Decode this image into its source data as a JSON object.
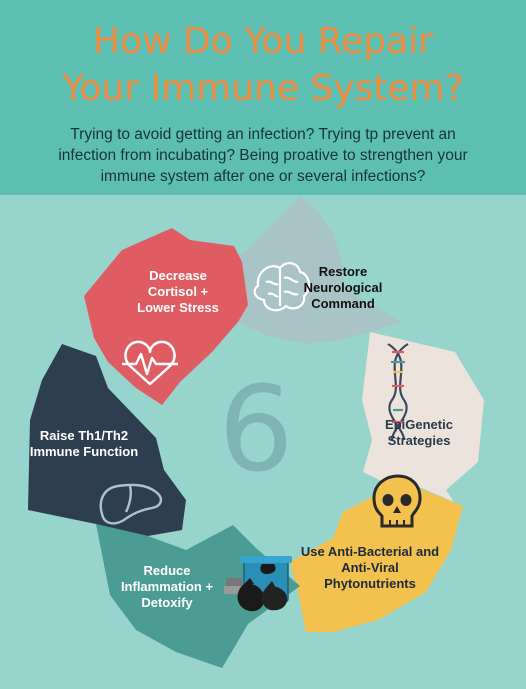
{
  "header": {
    "title_line1": "How Do You Repair",
    "title_line2": "Your Immune System?",
    "subtitle": "Trying to avoid getting an infection? Trying tp prevent an infection from incubating? Being proative to strengthen your immune system after one or several infections?"
  },
  "diagram": {
    "center_number": "6",
    "segments": [
      {
        "label": "Restore Neurological Command",
        "color": "#a9c4c6",
        "icon": "brain-icon"
      },
      {
        "label": "EpiGenetic Strategies",
        "color": "#ece3dc",
        "icon": "dna-icon"
      },
      {
        "label": "Use Anti-Bacterial and Anti-Viral Phytonutrients",
        "color": "#f2c14e",
        "icon": "skull-icon"
      },
      {
        "label": "Reduce Inflammation + Detoxify",
        "color": "#4a9c95",
        "icon": "trash-bags-icon"
      },
      {
        "label": "Raise Th1/Th2 Immune Function",
        "color": "#2c3e50",
        "icon": "liver-icon"
      },
      {
        "label": "Decrease Cortisol + Lower Stress",
        "color": "#e05c63",
        "icon": "heartbeat-icon"
      }
    ]
  },
  "colors": {
    "header_bg": "#5dbfb2",
    "body_bg": "#97d4cc",
    "title": "#ef8a3c"
  }
}
